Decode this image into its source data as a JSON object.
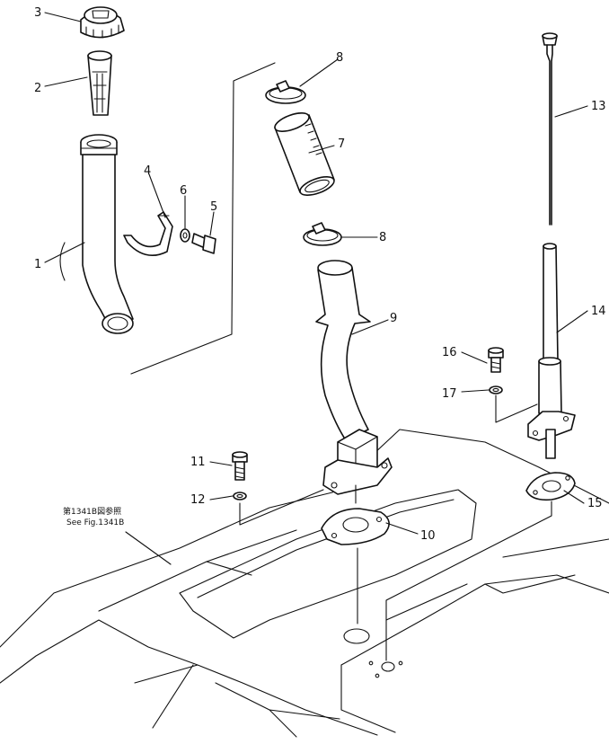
{
  "callouts": [
    {
      "id": "c1",
      "text": "1"
    },
    {
      "id": "c2",
      "text": "2"
    },
    {
      "id": "c3",
      "text": "3"
    },
    {
      "id": "c4",
      "text": "4"
    },
    {
      "id": "c5",
      "text": "5"
    },
    {
      "id": "c6",
      "text": "6"
    },
    {
      "id": "c7",
      "text": "7"
    },
    {
      "id": "c8a",
      "text": "8"
    },
    {
      "id": "c8b",
      "text": "8"
    },
    {
      "id": "c9",
      "text": "9"
    },
    {
      "id": "c10",
      "text": "10"
    },
    {
      "id": "c11",
      "text": "11"
    },
    {
      "id": "c12",
      "text": "12"
    },
    {
      "id": "c13",
      "text": "13"
    },
    {
      "id": "c14",
      "text": "14"
    },
    {
      "id": "c15",
      "text": "15"
    },
    {
      "id": "c16",
      "text": "16"
    },
    {
      "id": "c17",
      "text": "17"
    }
  ],
  "reference_note": {
    "line1": "第1341B図参照",
    "line2": "See Fig.1341B"
  }
}
